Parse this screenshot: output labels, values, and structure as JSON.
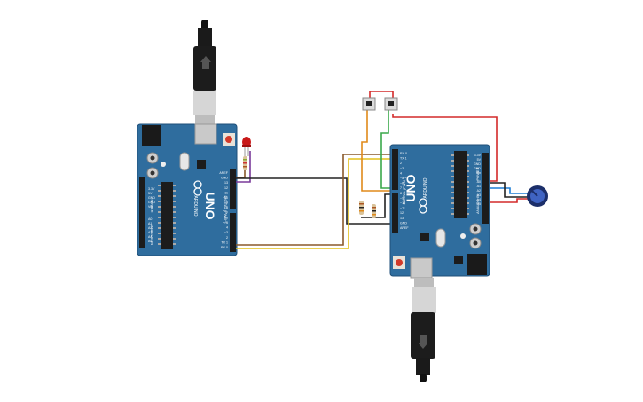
{
  "boards": {
    "left": {
      "model": "UNO",
      "brand": "ARDUINO",
      "digital_label": "DIGITAL (PWM~)",
      "power_label": "POWER",
      "analog_label": "ANALOG IN",
      "ioref_label": "IOREF",
      "reset_label": "RESET",
      "pins_power": [
        "3.3V",
        "5V",
        "GND",
        "GND",
        "Vin"
      ],
      "pins_analog": [
        "A0",
        "A1",
        "A2",
        "A3",
        "A4",
        "A5"
      ],
      "pins_digital": [
        "AREF",
        "GND",
        "13",
        "12",
        "~11",
        "~10",
        "~9",
        "8",
        "7",
        "~6",
        "~5",
        "4",
        "~3",
        "2",
        "TX 1",
        "RX 0"
      ]
    },
    "right": {
      "model": "UNO",
      "brand": "ARDUINO",
      "digital_label": "DIGITAL (PWM~)",
      "power_label": "POWER",
      "analog_label": "ANALOG IN",
      "ioref_label": "IOREF",
      "reset_label": "RESET",
      "pins_power": [
        "3.3V",
        "5V",
        "GND",
        "GND",
        "Vin"
      ],
      "pins_analog": [
        "A0",
        "A1",
        "A2",
        "A3",
        "A4",
        "A5"
      ],
      "pins_digital": [
        "RX 0",
        "TX 1",
        "2",
        "~3",
        "4",
        "~5",
        "~6",
        "7",
        "8",
        "~9",
        "~10",
        "~11",
        "12",
        "13",
        "GND",
        "AREF"
      ]
    }
  },
  "colors": {
    "board": "#2f6d9e",
    "board_dark": "#1f4f78",
    "wire_black": "#222222",
    "wire_yellow": "#e3c01a",
    "wire_brown": "#8a5a2b",
    "wire_purple": "#7a3a9a",
    "wire_orange": "#e08a1a",
    "wire_green": "#3aa84a",
    "wire_red": "#d42a2a",
    "wire_blue": "#1f7fd6",
    "led": "#c81818"
  }
}
